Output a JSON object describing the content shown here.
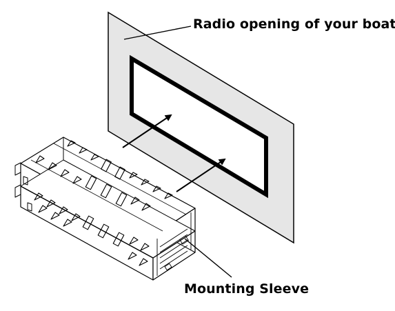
{
  "labels": {
    "radio_opening": "Radio opening of your boat",
    "mounting_sleeve": "Mounting Sleeve"
  },
  "colors": {
    "panel_fill": "#e6e6e6",
    "outline": "#000000",
    "sleeve_fill": "#ffffff"
  },
  "icons": {
    "panel": "dashboard-panel",
    "opening": "rectangular-radio-opening",
    "sleeve": "mounting-sleeve-cage",
    "arrows": "insertion-direction-arrows"
  }
}
